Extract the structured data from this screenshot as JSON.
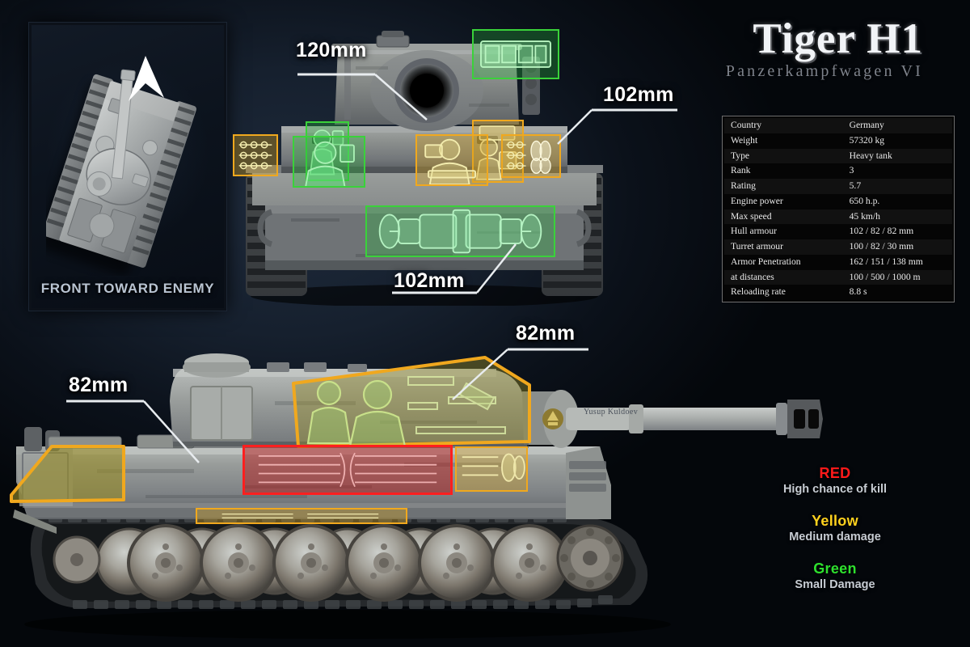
{
  "title": {
    "main": "Tiger H1",
    "sub": "Panzerkampfwagen VI"
  },
  "inset": {
    "label": "FRONT TOWARD ENEMY",
    "arrow_icon": "up-arrow-icon"
  },
  "annotations": [
    {
      "id": "front-turret-roof",
      "text": "120mm"
    },
    {
      "id": "front-hull-upper-right",
      "text": "102mm"
    },
    {
      "id": "front-hull-lower",
      "text": "102mm"
    },
    {
      "id": "side-turret",
      "text": "82mm"
    },
    {
      "id": "side-hull-front",
      "text": "82mm"
    }
  ],
  "spec": {
    "rows": [
      {
        "key": "Country",
        "value": "Germany"
      },
      {
        "key": "Weight",
        "value": "57320 kg"
      },
      {
        "key": "Type",
        "value": "Heavy tank"
      },
      {
        "key": "Rank",
        "value": "3"
      },
      {
        "key": "Rating",
        "value": "5.7"
      },
      {
        "key": "Engine power",
        "value": "650 h.p."
      },
      {
        "key": "Max speed",
        "value": "45 km/h"
      },
      {
        "key": "Hull armour",
        "value": "102 / 82 / 82 mm"
      },
      {
        "key": "Turret armour",
        "value": "100 / 82 / 30 mm"
      },
      {
        "key": "Armor Penetration",
        "value": "162 / 151 / 138 mm"
      },
      {
        "key": "at distances",
        "value": "100 / 500 / 1000 m"
      },
      {
        "key": "Reloading rate",
        "value": "8.8 s"
      }
    ]
  },
  "legend": {
    "items": [
      {
        "name": "RED",
        "color": "#ff1a1a",
        "desc": "High chance of kill"
      },
      {
        "name": "Yellow",
        "color": "#ffd21e",
        "desc": "Medium damage"
      },
      {
        "name": "Green",
        "color": "#2ee02e",
        "desc": "Small Damage"
      }
    ]
  },
  "watermark": {
    "text": "Yusup Kuldoev"
  },
  "colors": {
    "green": "#3ad23a",
    "yellow": "#f0a81e",
    "red": "#ff1f1f",
    "background": "#050a11"
  }
}
